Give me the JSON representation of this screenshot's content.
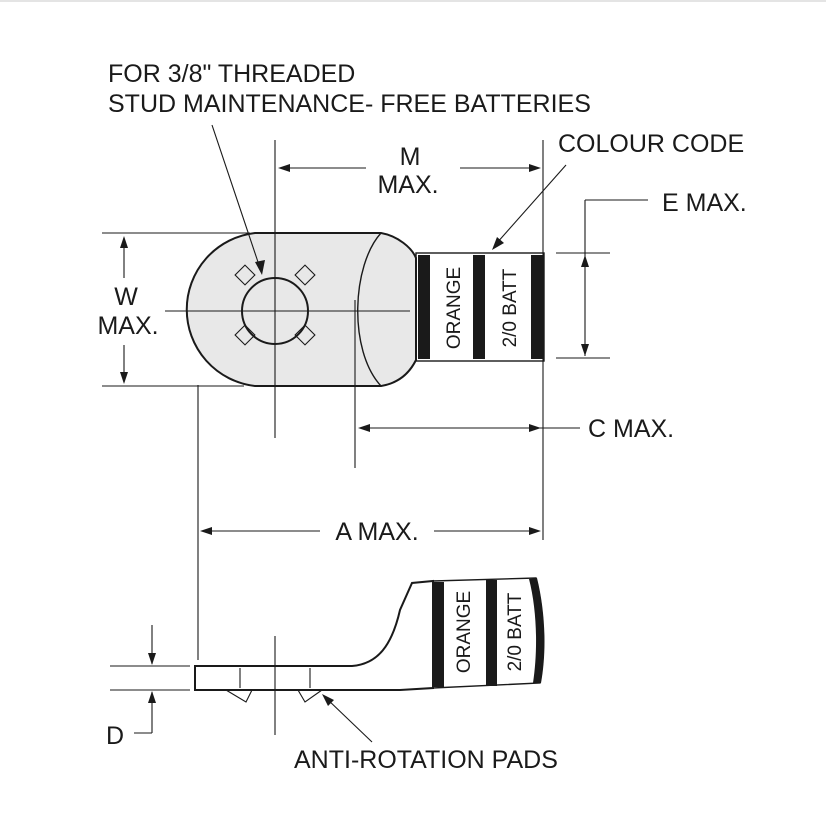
{
  "labels": {
    "stud_line1": "FOR 3/8\" THREADED",
    "stud_line2": "STUD MAINTENANCE- FREE BATTERIES",
    "m_top": "M",
    "m_bottom": "MAX.",
    "colour_code": "COLOUR  CODE",
    "e_max": "E MAX.",
    "w_top": "W",
    "w_bottom": "MAX.",
    "c_max": "C MAX.",
    "a_max": "A MAX.",
    "d": "D",
    "anti_rotation": "ANTI-ROTATION PADS"
  },
  "bands": {
    "color_name": "ORANGE",
    "size_text": "2/0 BATT"
  },
  "colors": {
    "line": "#1a1a1a",
    "background": "#ffffff",
    "shading": "#e8e8e8"
  }
}
